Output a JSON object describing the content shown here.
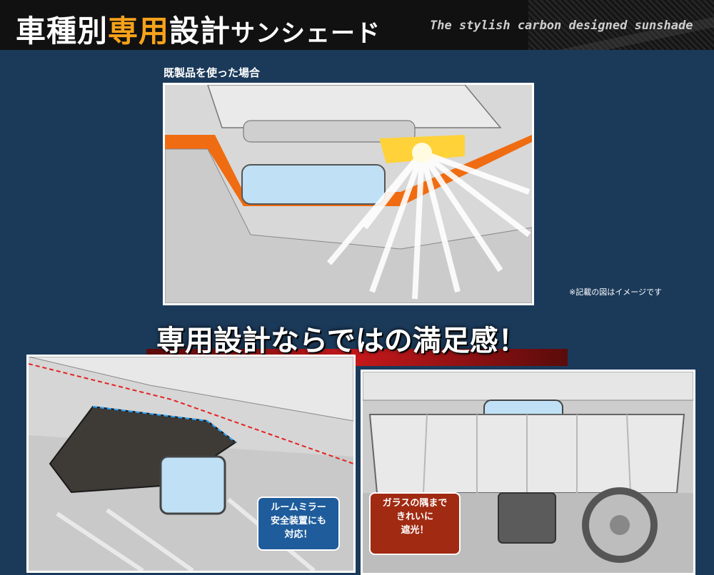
{
  "header": {
    "title_part1": "車種別",
    "title_accent": "専用",
    "title_part2": "設計",
    "title_part3": "サンシェード",
    "subtitle": "The stylish carbon designed sunshade"
  },
  "before_section": {
    "label": "既製品を使った場合",
    "note": "※記載の図はイメージです"
  },
  "banner": {
    "text": "専用設計ならではの満足感！"
  },
  "badges": {
    "mirror_line1": "ルームミラー",
    "mirror_line2": "安全装置にも",
    "mirror_line3": "対応！",
    "glass_line1": "ガラスの隅まで",
    "glass_line2": "きれいに",
    "glass_line3": "遮光！"
  },
  "colors": {
    "background": "#1b3a5a",
    "accent": "#f7a21b",
    "banner_red": "#c5181b",
    "badge_blue": "#1e5c9b",
    "badge_red": "#a02a12"
  }
}
